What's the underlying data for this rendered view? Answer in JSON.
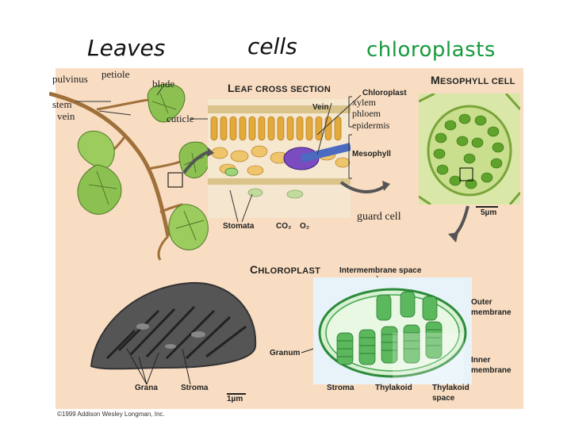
{
  "headings": {
    "leaves": "Leaves",
    "cells": "cells",
    "chloroplasts": "chloroplasts"
  },
  "leaf_labels": {
    "pulvinus": "pulvinus",
    "petiole": "petiole",
    "blade": "blade",
    "stem": "stem",
    "vein": "vein",
    "cuticle": "cuticle"
  },
  "cross_section": {
    "title_first": "L",
    "title_rest": "EAF CROSS SECTION",
    "vein": "Vein",
    "chloroplast": "Chloroplast",
    "xylem": "xylem",
    "phloem": "phloem",
    "epidermis": "epidermis",
    "mesophyll": "Mesophyll",
    "stomata": "Stomata",
    "co2": "CO₂",
    "o2": "O₂",
    "guard_cell": "guard cell"
  },
  "mesophyll_cell": {
    "title_first": "M",
    "title_rest": "ESOPHYLL CELL",
    "scale": "5µm"
  },
  "chloroplast": {
    "title_first": "C",
    "title_rest": "HLOROPLAST",
    "intermembrane": "Intermembrane space",
    "outer1": "Outer",
    "outer2": "membrane",
    "inner1": "Inner",
    "inner2": "membrane",
    "granum": "Granum",
    "grana": "Grana",
    "stroma_left": "Stroma",
    "scale": "1µm",
    "stroma_right": "Stroma",
    "thylakoid": "Thylakoid",
    "thylakoid_space1": "Thylakoid",
    "thylakoid_space2": "space"
  },
  "copyright": "©1999 Addison Wesley Longman, Inc.",
  "colors": {
    "panel": "#f8ddc2",
    "heading_green": "#169a3c",
    "leaf": "#8cc152",
    "chloro": "#5cb85c"
  }
}
